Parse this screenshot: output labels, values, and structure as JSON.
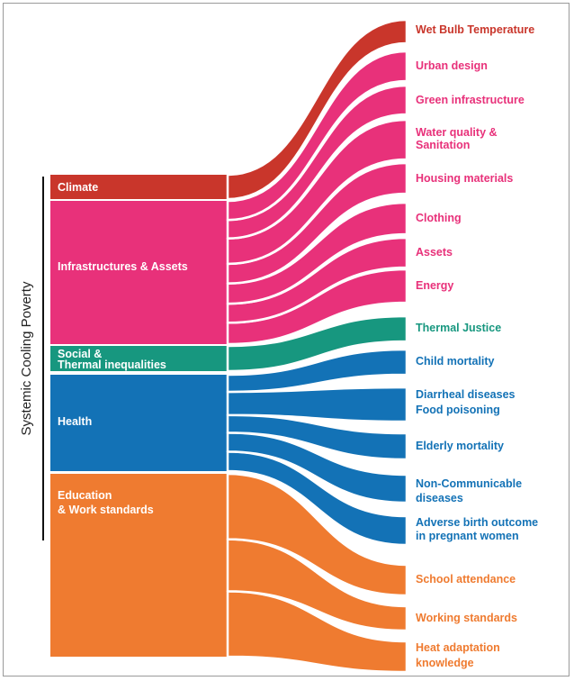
{
  "diagram": {
    "axis_title": "Systemic Cooling Poverty",
    "colors": {
      "climate": "#c9362b",
      "infrastructure": "#e8317a",
      "social": "#17977f",
      "health": "#1372b6",
      "education": "#ef7b30",
      "bracket": "#111111"
    },
    "sources": [
      {
        "id": "climate",
        "lines": [
          "Climate"
        ],
        "color": "#c9362b"
      },
      {
        "id": "infrastructure",
        "lines": [
          "Infrastructures & Assets"
        ],
        "color": "#e8317a"
      },
      {
        "id": "social",
        "lines": [
          "Social &",
          "Thermal inequalities"
        ],
        "color": "#17977f"
      },
      {
        "id": "health",
        "lines": [
          "Health"
        ],
        "color": "#1372b6"
      },
      {
        "id": "education",
        "lines": [
          "Education",
          "& Work standards"
        ],
        "color": "#ef7b30"
      }
    ],
    "targets": [
      {
        "id": "wet-bulb-temperature",
        "source": "climate",
        "lines": [
          "Wet Bulb Temperature"
        ]
      },
      {
        "id": "urban-design",
        "source": "infrastructure",
        "lines": [
          "Urban design"
        ]
      },
      {
        "id": "green-infrastructure",
        "source": "infrastructure",
        "lines": [
          "Green infrastructure"
        ]
      },
      {
        "id": "water-quality-sanitation",
        "source": "infrastructure",
        "lines": [
          "Water quality &",
          "Sanitation"
        ]
      },
      {
        "id": "housing-materials",
        "source": "infrastructure",
        "lines": [
          "Housing materials"
        ]
      },
      {
        "id": "clothing",
        "source": "infrastructure",
        "lines": [
          "Clothing"
        ]
      },
      {
        "id": "assets",
        "source": "infrastructure",
        "lines": [
          "Assets"
        ]
      },
      {
        "id": "energy",
        "source": "infrastructure",
        "lines": [
          "Energy"
        ]
      },
      {
        "id": "thermal-justice",
        "source": "social",
        "lines": [
          "Thermal Justice"
        ]
      },
      {
        "id": "child-mortality",
        "source": "health",
        "lines": [
          "Child mortality"
        ]
      },
      {
        "id": "diarrheal-food",
        "source": "health",
        "lines": [
          "Diarrheal diseases",
          "Food poisoning"
        ]
      },
      {
        "id": "elderly-mortality",
        "source": "health",
        "lines": [
          "Elderly mortality"
        ]
      },
      {
        "id": "non-communicable",
        "source": "health",
        "lines": [
          "Non-Communicable",
          "diseases"
        ]
      },
      {
        "id": "adverse-birth",
        "source": "health",
        "lines": [
          "Adverse birth outcome",
          "in pregnant women"
        ]
      },
      {
        "id": "school-attendance",
        "source": "education",
        "lines": [
          "School attendance"
        ]
      },
      {
        "id": "working-standards",
        "source": "education",
        "lines": [
          "Working standards"
        ]
      },
      {
        "id": "heat-adaptation",
        "source": "education",
        "lines": [
          "Heat adaptation",
          "knowledge"
        ]
      }
    ]
  }
}
